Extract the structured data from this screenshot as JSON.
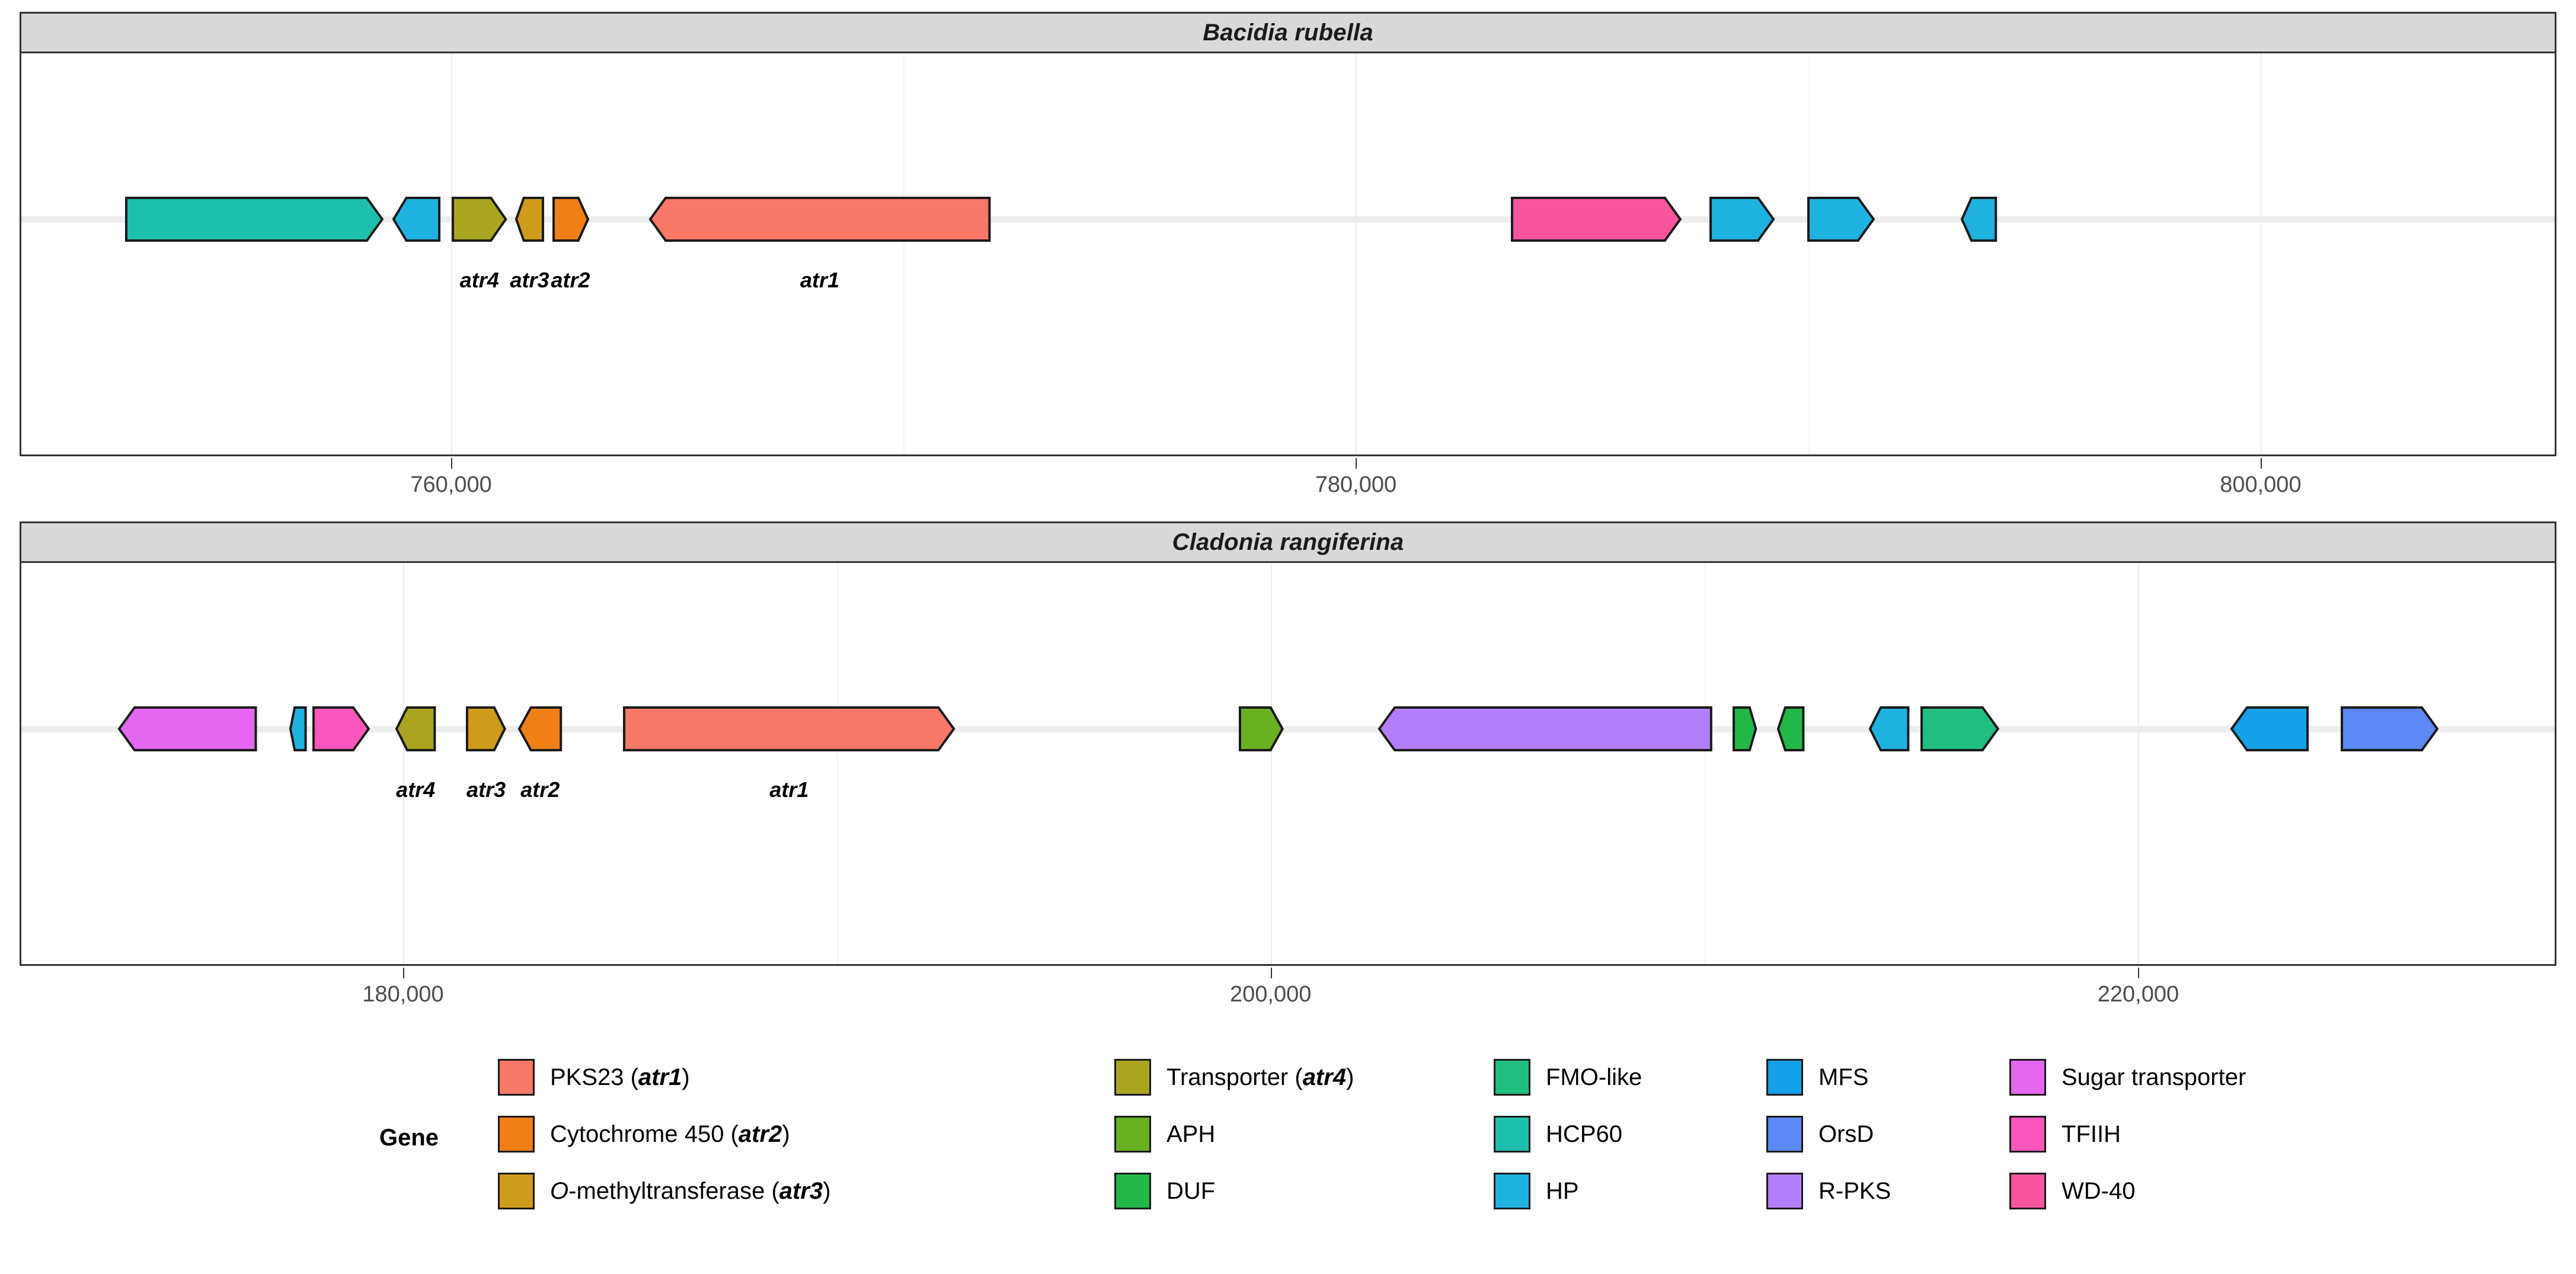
{
  "chart_data": {
    "type": "gene-cluster-diagram",
    "title": "",
    "panels": [
      {
        "name": "Bacidia rubella",
        "axis": {
          "ticks": [
            760000,
            780000,
            800000
          ],
          "tick_labels": [
            "760,000",
            "780,000",
            "800,000"
          ],
          "xlim": [
            750500,
            806500
          ],
          "minor_gridlines": [
            750000,
            770000,
            790000,
            810000
          ]
        },
        "genes": [
          {
            "label": "HCP60",
            "gene_name": "",
            "start": 752820,
            "end": 758480,
            "strand": "+",
            "color": "#1fbfae"
          },
          {
            "label": "HP",
            "gene_name": "",
            "start": 758730,
            "end": 759740,
            "strand": "-",
            "color": "#1fb2e0"
          },
          {
            "label": "Transporter",
            "gene_name": "atr4",
            "start": 760040,
            "end": 761210,
            "strand": "+",
            "color": "#a9a521"
          },
          {
            "label": "O-methyltransferase",
            "gene_name": "atr3",
            "start": 761440,
            "end": 762030,
            "strand": "-",
            "color": "#cf9b1c"
          },
          {
            "label": "Cytochrome 450",
            "gene_name": "atr2",
            "start": 762260,
            "end": 763020,
            "strand": "+",
            "color": "#ef7f16"
          },
          {
            "label": "PKS23",
            "gene_name": "atr1",
            "start": 764400,
            "end": 771900,
            "strand": "-",
            "color": "#f97868"
          },
          {
            "label": "WD-40",
            "gene_name": "",
            "start": 783450,
            "end": 787170,
            "strand": "+",
            "color": "#f7569f"
          },
          {
            "label": "HP",
            "gene_name": "",
            "start": 787840,
            "end": 789230,
            "strand": "+",
            "color": "#1fb2e0"
          },
          {
            "label": "HP",
            "gene_name": "",
            "start": 790010,
            "end": 791450,
            "strand": "+",
            "color": "#1fb2e0"
          },
          {
            "label": "HP",
            "gene_name": "",
            "start": 793400,
            "end": 794150,
            "strand": "-",
            "color": "#1fb2e0"
          }
        ]
      },
      {
        "name": "Cladonia rangiferina",
        "axis": {
          "ticks": [
            180000,
            200000,
            220000
          ],
          "tick_labels": [
            "180,000",
            "200,000",
            "220,000"
          ],
          "xlim": [
            171200,
            229600
          ],
          "minor_gridlines": [
            170000,
            190000,
            210000,
            230000
          ]
        },
        "genes": [
          {
            "label": "Sugar transporter",
            "gene_name": "",
            "start": 173450,
            "end": 176600,
            "strand": "-",
            "color": "#e368ef"
          },
          {
            "label": "HP",
            "gene_name": "",
            "start": 177400,
            "end": 177750,
            "strand": "-",
            "color": "#1fb2e0"
          },
          {
            "label": "TFIIH",
            "gene_name": "",
            "start": 177930,
            "end": 179200,
            "strand": "+",
            "color": "#fb56bb"
          },
          {
            "label": "Transporter",
            "gene_name": "atr4",
            "start": 179850,
            "end": 180730,
            "strand": "-",
            "color": "#a9a521"
          },
          {
            "label": "O-methyltransferase",
            "gene_name": "atr3",
            "start": 181480,
            "end": 182350,
            "strand": "+",
            "color": "#cf9b1c"
          },
          {
            "label": "Cytochrome 450",
            "gene_name": "atr2",
            "start": 182680,
            "end": 183640,
            "strand": "-",
            "color": "#ef7f16"
          },
          {
            "label": "PKS23",
            "gene_name": "atr1",
            "start": 185100,
            "end": 192700,
            "strand": "+",
            "color": "#f97868"
          },
          {
            "label": "APH",
            "gene_name": "",
            "start": 199300,
            "end": 200280,
            "strand": "+",
            "color": "#6ab023"
          },
          {
            "label": "R-PKS",
            "gene_name": "",
            "start": 202500,
            "end": 210150,
            "strand": "-",
            "color": "#b37ef9"
          },
          {
            "label": "DUF",
            "gene_name": "",
            "start": 210670,
            "end": 211180,
            "strand": "+",
            "color": "#23b747"
          },
          {
            "label": "DUF",
            "gene_name": "",
            "start": 211700,
            "end": 212280,
            "strand": "-",
            "color": "#23b747"
          },
          {
            "label": "HP",
            "gene_name": "",
            "start": 213820,
            "end": 214700,
            "strand": "-",
            "color": "#1fb2e0"
          },
          {
            "label": "FMO-like",
            "gene_name": "",
            "start": 215000,
            "end": 216760,
            "strand": "+",
            "color": "#22bd80"
          },
          {
            "label": "MFS",
            "gene_name": "",
            "start": 222150,
            "end": 223900,
            "strand": "-",
            "color": "#15a0e8"
          },
          {
            "label": "OrsD",
            "gene_name": "",
            "start": 224700,
            "end": 226900,
            "strand": "+",
            "color": "#5b88f5"
          }
        ]
      }
    ],
    "legend": {
      "title": "Gene",
      "entries": [
        {
          "label": "PKS23 (atr1)",
          "color": "#f97868"
        },
        {
          "label": "Cytochrome 450 (atr2)",
          "color": "#ef7f16"
        },
        {
          "label": "O-methyltransferase (atr3)",
          "color": "#cf9b1c"
        },
        {
          "label": "Transporter (atr4)",
          "color": "#a9a521"
        },
        {
          "label": "APH",
          "color": "#6ab023"
        },
        {
          "label": "DUF",
          "color": "#23b747"
        },
        {
          "label": "FMO-like",
          "color": "#22bd80"
        },
        {
          "label": "HCP60",
          "color": "#1fbfae"
        },
        {
          "label": "HP",
          "color": "#1fb2e0"
        },
        {
          "label": "MFS",
          "color": "#15a0e8"
        },
        {
          "label": "OrsD",
          "color": "#5b88f5"
        },
        {
          "label": "R-PKS",
          "color": "#b37ef9"
        },
        {
          "label": "Sugar transporter",
          "color": "#e368ef"
        },
        {
          "label": "TFIIH",
          "color": "#fb56bb"
        },
        {
          "label": "WD-40",
          "color": "#f7569f"
        }
      ]
    },
    "style": {
      "strip_fill": "#d9d9d9",
      "strip_border": "#333333",
      "gridline": "#ebebeb",
      "baseline": "#ededed",
      "gene_outline": "#1a1a1a",
      "axis_text": "#4d4d4d"
    }
  },
  "panels_meta": [
    {
      "title": "Bacidia rubella"
    },
    {
      "title": "Cladonia rangiferina"
    }
  ],
  "legend_meta": {
    "title": "Gene"
  }
}
